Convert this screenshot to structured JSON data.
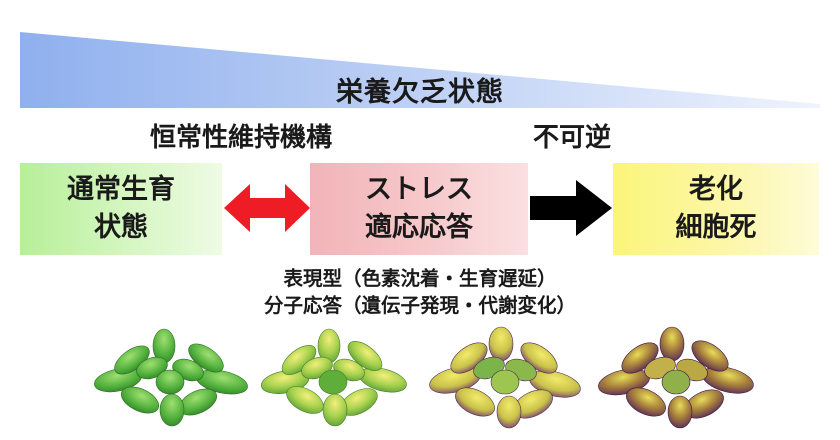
{
  "header": {
    "title": "栄養欠乏状態"
  },
  "labels": {
    "homeostasis": "恒常性維持機構",
    "irreversible": "不可逆"
  },
  "stages": [
    {
      "line1": "通常生育",
      "line2": "状態"
    },
    {
      "line1": "ストレス",
      "line2": "適応応答"
    },
    {
      "line1": "老化",
      "line2": "細胞死"
    }
  ],
  "descriptions": {
    "line1": "表現型（色素沈着・生育遅延）",
    "line2": "分子応答（遺伝子発現・代謝変化）"
  },
  "colors": {
    "wedge_start": "#8fb0ee",
    "wedge_end": "#e8f0fc",
    "normal_box": "#b6ef98",
    "stress_box": "#f2b4b8",
    "aging_box": "#fbf57a",
    "bidirectional_arrow": "#ee1c25",
    "forward_arrow": "#000000",
    "leaf_green": "#4fae3b",
    "leaf_yellow": "#e6e24a",
    "leaf_purple": "#6a2a78"
  },
  "icons": {
    "arrow_both": "double-headed-arrow-icon",
    "arrow_right": "right-arrow-icon",
    "plants": [
      "rosette-healthy-icon",
      "rosette-mild-stress-icon",
      "rosette-stress-icon",
      "rosette-severe-stress-icon"
    ]
  }
}
